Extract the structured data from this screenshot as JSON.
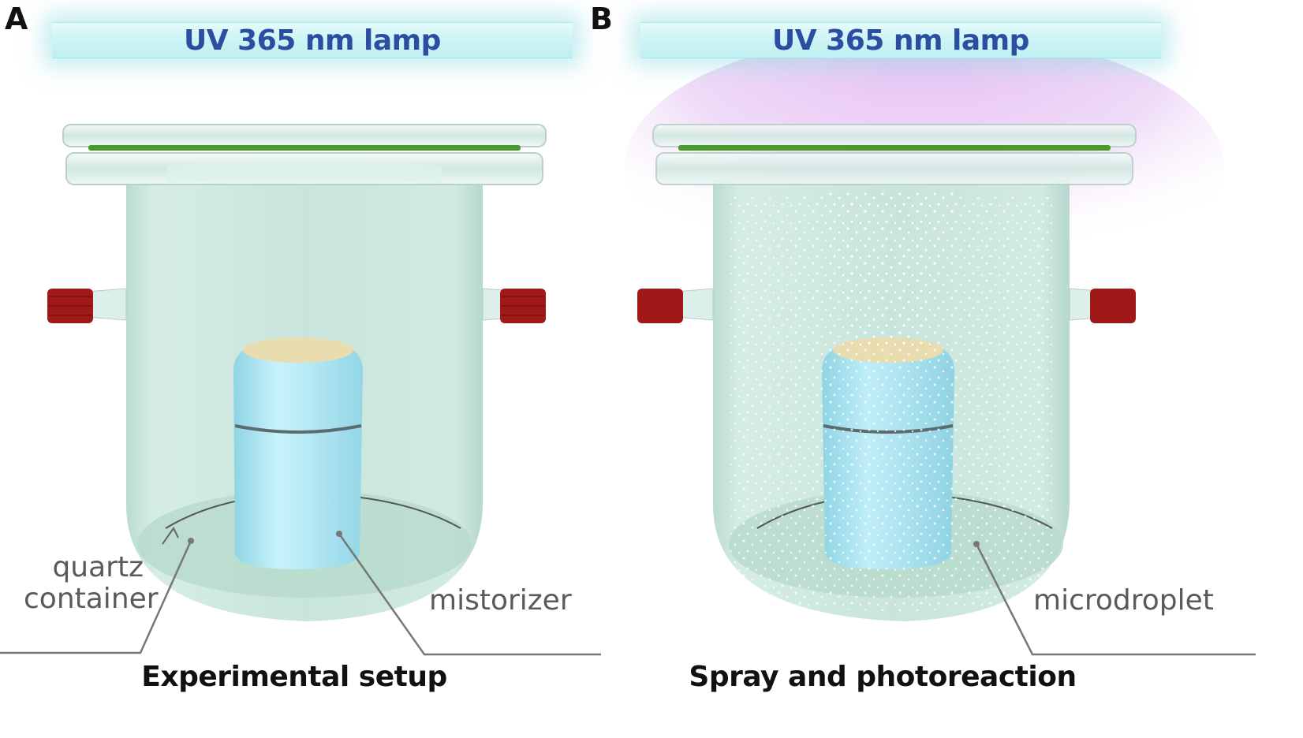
{
  "figure": {
    "panels": [
      {
        "id": "A",
        "letter": "A",
        "lamp_label": "UV 365 nm lamp",
        "uv_glow": false,
        "caption": "Experimental setup",
        "callouts": [
          {
            "line1": "quartz",
            "line2": "container",
            "target": "quartz container floor"
          },
          {
            "line1": "mistorizer",
            "target": "mistorizer body"
          }
        ]
      },
      {
        "id": "B",
        "letter": "B",
        "lamp_label": "UV 365 nm lamp",
        "uv_glow": true,
        "caption": "Spray and photoreaction",
        "callouts": [
          {
            "line1": "microdroplet",
            "target": "droplet cloud"
          }
        ]
      }
    ],
    "colors": {
      "lamp_text": "#2a4fa2",
      "lamp_fill": "#cdf3f5",
      "uv_glow": "#d9a7ec",
      "container_glass": "#bfe0d6",
      "gasket": "#4a9a2c",
      "caps": "#a01818",
      "mistorizer": "#a6e4f0",
      "mistorizer_top": "#e9ddb0",
      "droplets": "#ffffff",
      "callout_text": "#5a5a5a"
    }
  }
}
